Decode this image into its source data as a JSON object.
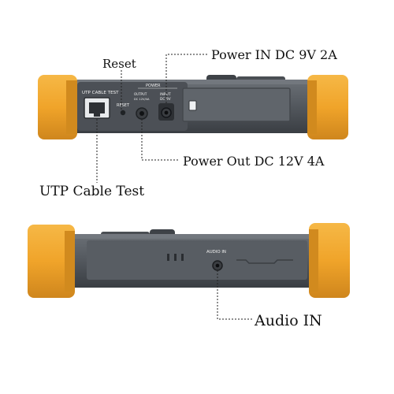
{
  "callouts": {
    "power_in": "Power IN DC 9V 2A",
    "reset": "Reset",
    "power_out": "Power Out DC 12V 4A",
    "utp_cable_test": "UTP Cable Test",
    "audio_in": "Audio IN"
  },
  "device_top": {
    "utp_cable_test": "UTP CABLE TEST",
    "reset": "RESET",
    "power": "POWER",
    "output": "OUTPUT",
    "output_spec": "DC 12V/4A",
    "input": "INPUT",
    "input_spec": "DC 9V"
  },
  "device_bottom": {
    "audio_in": "AUDIO IN"
  },
  "colors": {
    "bumper": "#f0a42a",
    "bumper_dark": "#c9801a",
    "body": "#555a60",
    "body_dark": "#3c4045"
  }
}
